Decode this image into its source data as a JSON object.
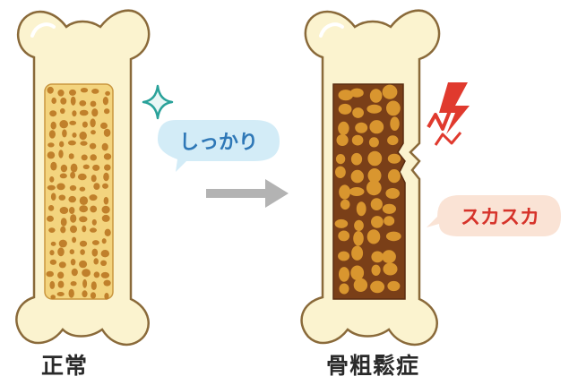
{
  "bones": {
    "normal": {
      "caption": "正常"
    },
    "osteoporosis": {
      "caption": "骨粗鬆症"
    }
  },
  "labels": {
    "healthy": "しっかり",
    "porous": "スカスカ"
  },
  "icons": {
    "sparkle": "sparkle-icon",
    "arrow": "right-arrow-icon",
    "crack": "crack-zigzag-icon"
  },
  "colors": {
    "bone_fill": "#fbf3cf",
    "bone_outline": "#8a6a3a",
    "healthy_marrow": "#f3d47e",
    "healthy_pore": "#c0802b",
    "porous_marrow": "#7a3f18",
    "porous_pore": "#d9962f",
    "healthy_bubble": "#d3ecf7",
    "healthy_text": "#2f78b7",
    "porous_bubble": "#fae3d5",
    "porous_text": "#d6332a",
    "crack": "#e03a2e",
    "arrow": "#b3b3b3"
  }
}
